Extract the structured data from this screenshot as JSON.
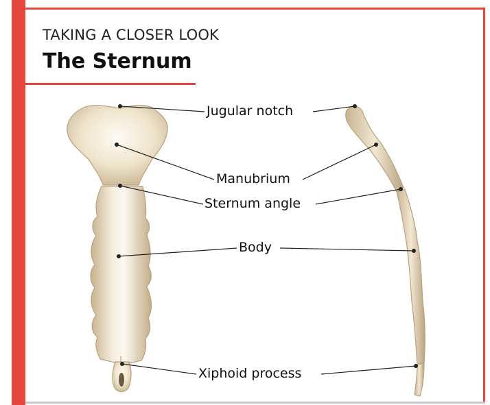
{
  "header": {
    "kicker": "TAKING A CLOSER LOOK",
    "title": "The Sternum"
  },
  "labels": {
    "jugular_notch": "Jugular notch",
    "manubrium": "Manubrium",
    "sternum_angle": "Sternum angle",
    "body": "Body",
    "xiphoid_process": "Xiphoid process"
  },
  "colors": {
    "accent": "#e8453c",
    "bone_light": "#fbf7ee",
    "bone_mid": "#e9dcc0",
    "bone_dark": "#b9a585",
    "leader": "#222222"
  }
}
